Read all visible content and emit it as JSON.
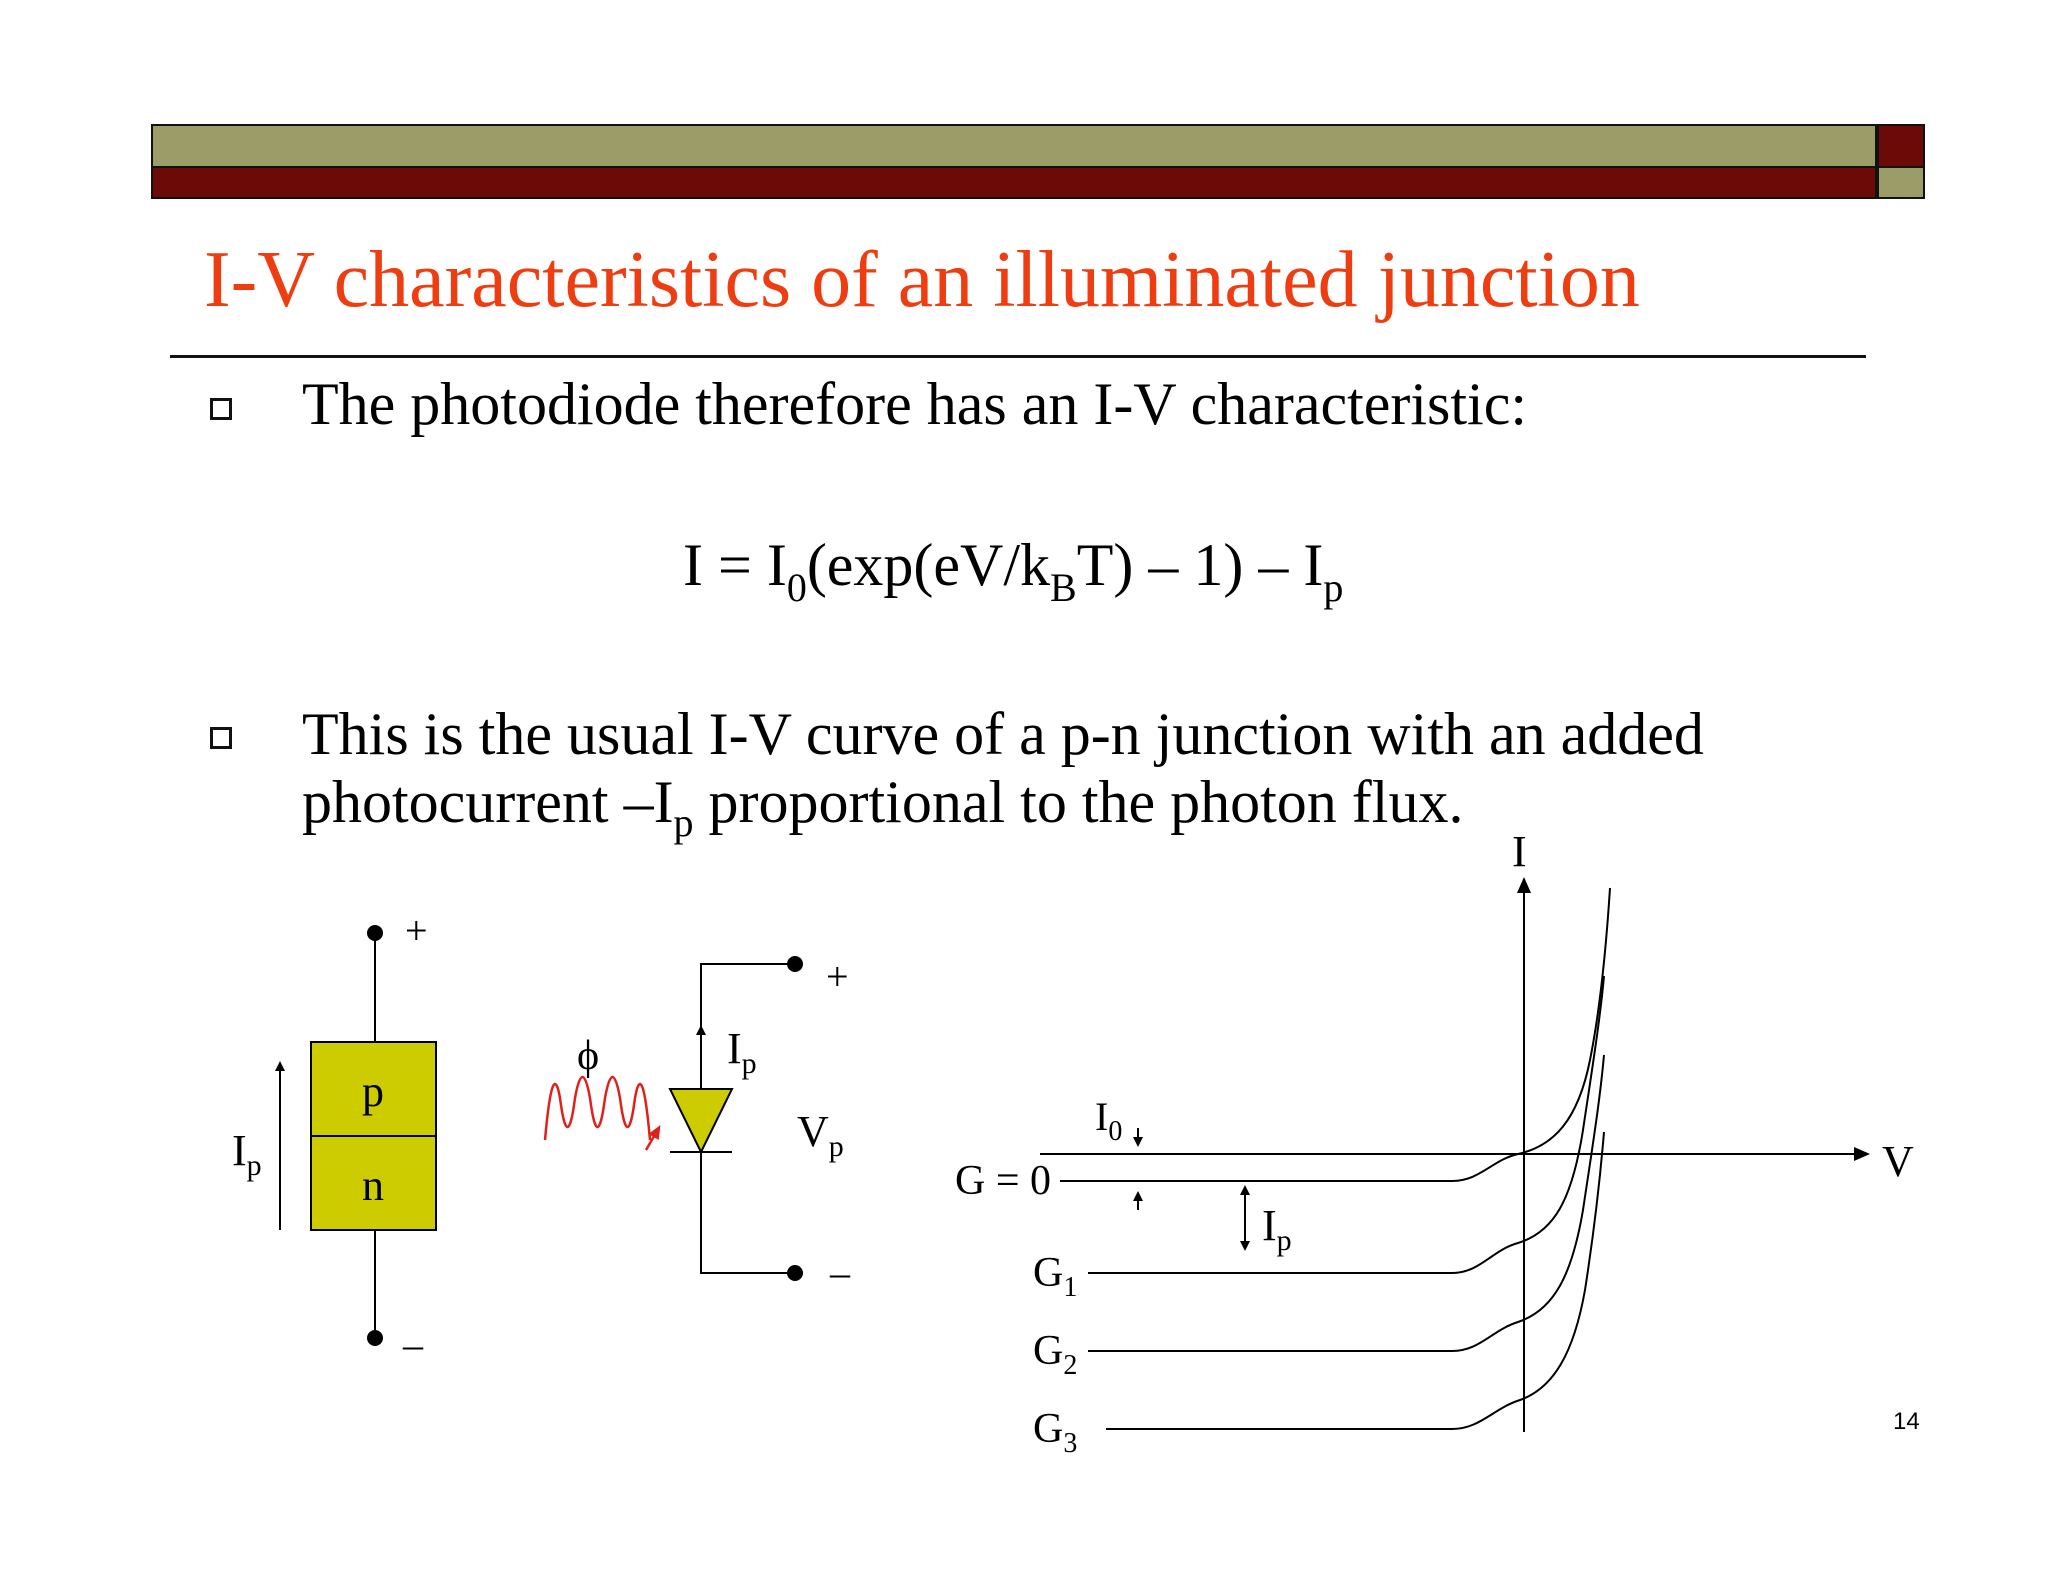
{
  "slide": {
    "title": "I-V characteristics of an illuminated junction",
    "page_number": "14"
  },
  "bullets": [
    {
      "text": "The photodiode therefore has an I-V characteristic:"
    },
    {
      "line1": "This is the usual I-V curve of a p-n junction with an added",
      "line2_prefix": "photocurrent –I",
      "line2_sub": "p",
      "line2_suffix": " proportional to the photon flux."
    }
  ],
  "equation": {
    "part1": "I = I",
    "sub1": "0",
    "part2": "(exp(eV/k",
    "sub2": "B",
    "part3": "T) – 1) – I",
    "sub3": "p"
  },
  "diagram": {
    "pn": {
      "p": "p",
      "n": "n",
      "plus": "+",
      "minus": "–",
      "current": "I",
      "current_sub": "p"
    },
    "circuit": {
      "phi": "ϕ",
      "current": "I",
      "current_sub": "p",
      "voltage": "V",
      "voltage_sub": "p",
      "plus": "+",
      "minus": "–"
    },
    "graph": {
      "y_axis": "I",
      "x_axis": "V",
      "i0": "I",
      "i0_sub": "0",
      "ip": "I",
      "ip_sub": "p",
      "g0": "G = 0",
      "g1": "G",
      "g1_sub": "1",
      "g2": "G",
      "g2_sub": "2",
      "g3": "G",
      "g3_sub": "3"
    },
    "colors": {
      "pn_fill": "#cccc00",
      "light_wave": "#e0201b"
    }
  },
  "colors": {
    "title": "#ee3d10",
    "band_olive": "#9b9c68",
    "band_maroon": "#6b0a06"
  }
}
